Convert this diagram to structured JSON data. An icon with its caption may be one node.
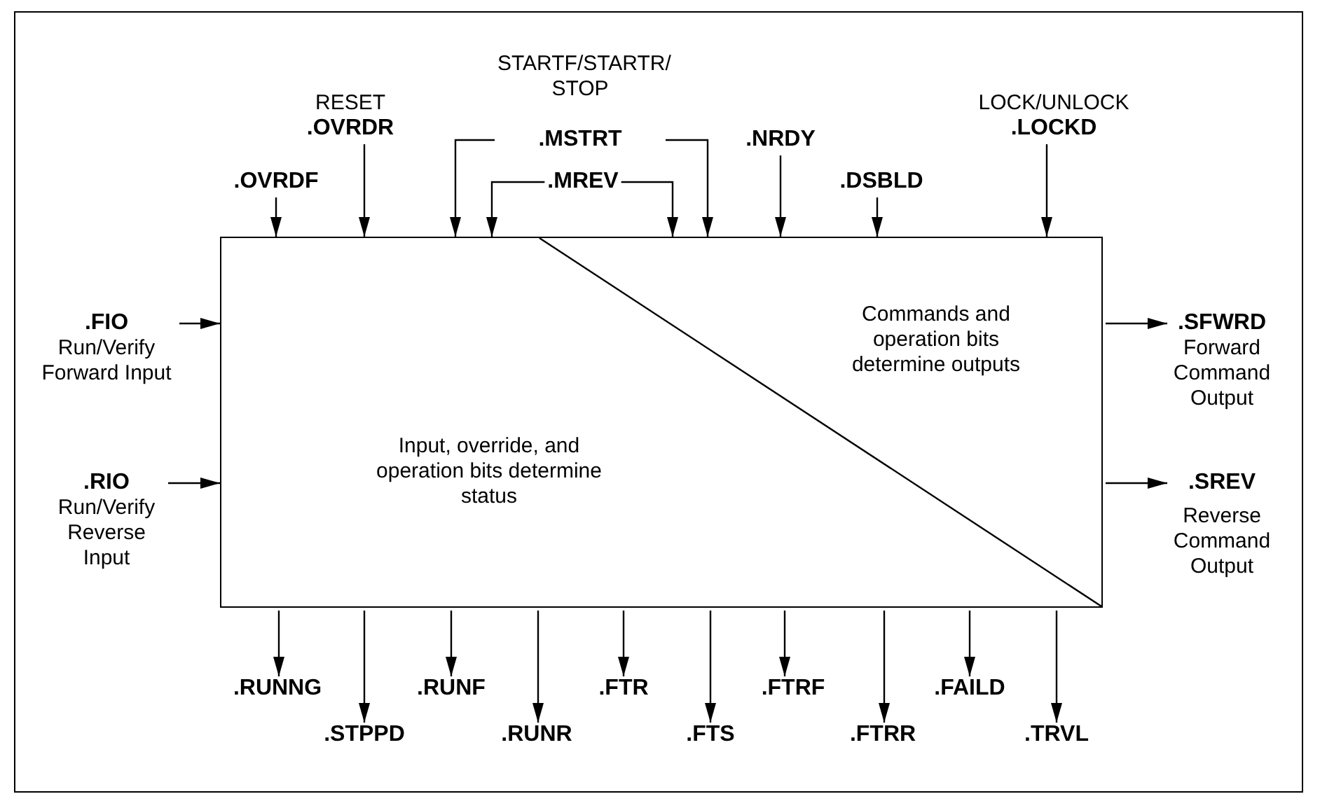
{
  "diagram": {
    "nodes": [
      {
        "text": [
          "Commands and operation bits determine outputs",
          "Input, override, and operation bits determine status"
        ]
      },
      {
        "text": [
          ".OVRDF"
        ]
      },
      {
        "text": [
          "RESET",
          ".OVRDR"
        ]
      },
      {
        "text": [
          "STARTF/STARTR/ STOP",
          ".MSTRT"
        ]
      },
      {
        "text": [
          ".MREV"
        ]
      },
      {
        "text": [
          ".NRDY"
        ]
      },
      {
        "text": [
          ".DSBLD"
        ]
      },
      {
        "text": [
          "LOCK/UNLOCK",
          ".LOCKD"
        ]
      },
      {
        "text": [
          ".FIO",
          "Run/Verify Forward Input"
        ]
      },
      {
        "text": [
          ".RIO",
          "Run/Verify Reverse Input"
        ]
      },
      {
        "text": [
          ".SFWRD",
          "Forward Command Output"
        ]
      },
      {
        "text": [
          ".SREV",
          "Reverse Command Output"
        ]
      },
      {
        "text": [
          ".RUNNG"
        ]
      },
      {
        "text": [
          ".STPPD"
        ]
      },
      {
        "text": [
          ".RUNF"
        ]
      },
      {
        "text": [
          ".RUNR"
        ]
      },
      {
        "text": [
          ".FTR"
        ]
      },
      {
        "text": [
          ".FTS"
        ]
      },
      {
        "text": [
          ".FTRF"
        ]
      },
      {
        "text": [
          ".FTRR"
        ]
      },
      {
        "text": [
          ".FAILD"
        ]
      },
      {
        "text": [
          ".TRVL"
        ]
      }
    ],
    "edges": [
      {
        "from": 1,
        "to": 0,
        "arrow": "to"
      },
      {
        "from": 2,
        "to": 0,
        "arrow": "to"
      },
      {
        "from": 3,
        "to": 0,
        "arrow": "to"
      },
      {
        "from": 3,
        "to": 0,
        "arrow": "to"
      },
      {
        "from": 4,
        "to": 0,
        "arrow": "to"
      },
      {
        "from": 4,
        "to": 0,
        "arrow": "to"
      },
      {
        "from": 5,
        "to": 0,
        "arrow": "to"
      },
      {
        "from": 6,
        "to": 0,
        "arrow": "to"
      },
      {
        "from": 7,
        "to": 0,
        "arrow": "to"
      },
      {
        "from": 8,
        "to": 0,
        "arrow": "to"
      },
      {
        "from": 9,
        "to": 0,
        "arrow": "to"
      },
      {
        "from": 0,
        "to": 10,
        "arrow": "to"
      },
      {
        "from": 0,
        "to": 11,
        "arrow": "to"
      },
      {
        "from": 0,
        "to": 12,
        "arrow": "to"
      },
      {
        "from": 0,
        "to": 13,
        "arrow": "to"
      },
      {
        "from": 0,
        "to": 14,
        "arrow": "to"
      },
      {
        "from": 0,
        "to": 15,
        "arrow": "to"
      },
      {
        "from": 0,
        "to": 16,
        "arrow": "to"
      },
      {
        "from": 0,
        "to": 17,
        "arrow": "to"
      },
      {
        "from": 0,
        "to": 18,
        "arrow": "to"
      },
      {
        "from": 0,
        "to": 19,
        "arrow": "to"
      },
      {
        "from": 0,
        "to": 20,
        "arrow": "to"
      },
      {
        "from": 0,
        "to": 21,
        "arrow": "to"
      }
    ]
  }
}
